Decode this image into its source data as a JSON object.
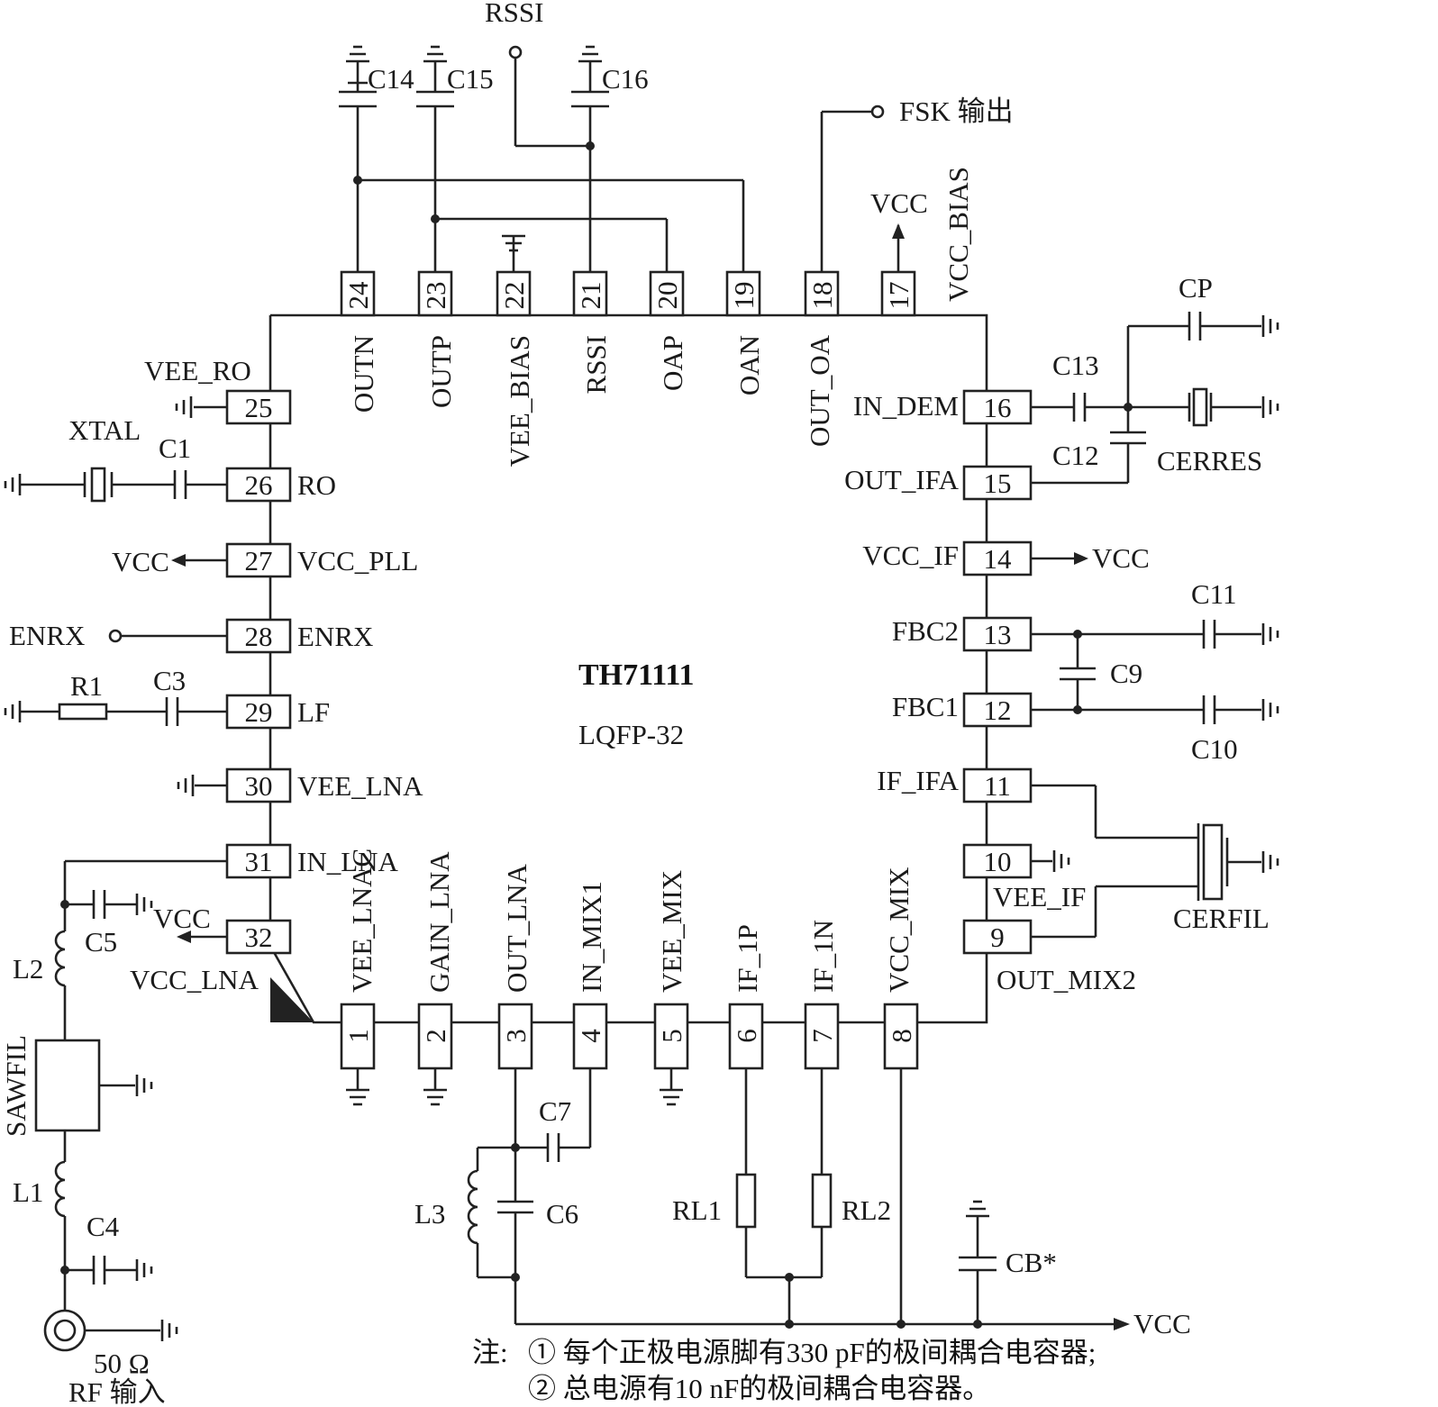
{
  "chip": {
    "name": "TH71111",
    "package": "LQFP-32"
  },
  "pins": {
    "1": {
      "num": "1",
      "name": "VEE_LNAC"
    },
    "2": {
      "num": "2",
      "name": "GAIN_LNA"
    },
    "3": {
      "num": "3",
      "name": "OUT_LNA"
    },
    "4": {
      "num": "4",
      "name": "IN_MIX1"
    },
    "5": {
      "num": "5",
      "name": "VEE_MIX"
    },
    "6": {
      "num": "6",
      "name": "IF_1P"
    },
    "7": {
      "num": "7",
      "name": "IF_1N"
    },
    "8": {
      "num": "8",
      "name": "VCC_MIX"
    },
    "9": {
      "num": "9",
      "name": "OUT_MIX2"
    },
    "10": {
      "num": "10",
      "name": "VEE_IF"
    },
    "11": {
      "num": "11",
      "name": "IF_IFA"
    },
    "12": {
      "num": "12",
      "name": "FBC1"
    },
    "13": {
      "num": "13",
      "name": "FBC2"
    },
    "14": {
      "num": "14",
      "name": "VCC_IF"
    },
    "15": {
      "num": "15",
      "name": "OUT_IFA"
    },
    "16": {
      "num": "16",
      "name": "IN_DEM"
    },
    "17": {
      "num": "17",
      "name": "VCC_BIAS"
    },
    "18": {
      "num": "18",
      "name": "OUT_OA"
    },
    "19": {
      "num": "19",
      "name": "OAN"
    },
    "20": {
      "num": "20",
      "name": "OAP"
    },
    "21": {
      "num": "21",
      "name": "RSSI"
    },
    "22": {
      "num": "22",
      "name": "VEE_BIAS"
    },
    "23": {
      "num": "23",
      "name": "OUTP"
    },
    "24": {
      "num": "24",
      "name": "OUTN"
    },
    "25": {
      "num": "25",
      "name": "VEE_RO"
    },
    "26": {
      "num": "26",
      "name": "RO"
    },
    "27": {
      "num": "27",
      "name": "VCC_PLL"
    },
    "28": {
      "num": "28",
      "name": "ENRX"
    },
    "29": {
      "num": "29",
      "name": "LF"
    },
    "30": {
      "num": "30",
      "name": "VEE_LNA"
    },
    "31": {
      "num": "31",
      "name": "IN_LNA"
    },
    "32": {
      "num": "32",
      "name": "VCC_LNA"
    }
  },
  "components": {
    "c1": "C1",
    "c3": "C3",
    "c4": "C4",
    "c5": "C5",
    "c6": "C6",
    "c7": "C7",
    "c9": "C9",
    "c10": "C10",
    "c11": "C11",
    "c12": "C12",
    "c13": "C13",
    "c14": "C14",
    "c15": "C15",
    "c16": "C16",
    "cp": "CP",
    "cb": "CB*",
    "r1": "R1",
    "rl1": "RL1",
    "rl2": "RL2",
    "l1": "L1",
    "l2": "L2",
    "l3": "L3",
    "xtal": "XTAL",
    "cerres": "CERRES",
    "cerfil": "CERFIL",
    "sawfil": "SAWFIL"
  },
  "signals": {
    "rssi": "RSSI",
    "fsk_out": "FSK 输出",
    "vcc": "VCC",
    "enrx": "ENRX",
    "rf_impedance": "50 Ω",
    "rf_in": "RF 输入"
  },
  "notes": {
    "prefix": "注:",
    "line1": "① 每个正极电源脚有330 pF的极间耦合电容器;",
    "line2": "② 总电源有10 nF的极间耦合电容器。"
  }
}
